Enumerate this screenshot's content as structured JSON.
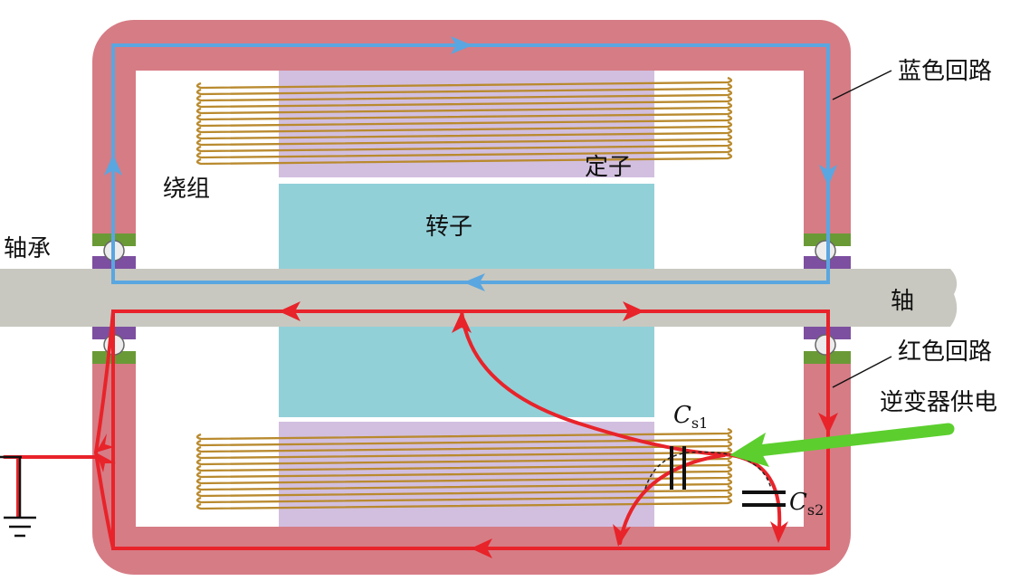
{
  "labels": {
    "blue_loop": "蓝色回路",
    "red_loop": "红色回路",
    "winding": "绕组",
    "stator": "定子",
    "rotor": "转子",
    "bearing": "轴承",
    "shaft": "轴",
    "inverter_supply": "逆变器供电",
    "cs1_main": "C",
    "cs1_sub": "s1",
    "cs2_main": "C",
    "cs2_sub": "s2"
  },
  "colors": {
    "housing": "#d67c85",
    "stator": "#d2bfdf",
    "rotor": "#92d0d8",
    "shaft": "#c8c8c0",
    "winding": "#b98a2e",
    "blue_loop": "#5aa6e0",
    "red_loop": "#e8232a",
    "inverter_arrow": "#5ccf2e",
    "bearing_green": "#6a9a36",
    "bearing_purple": "#7d4fa0"
  }
}
